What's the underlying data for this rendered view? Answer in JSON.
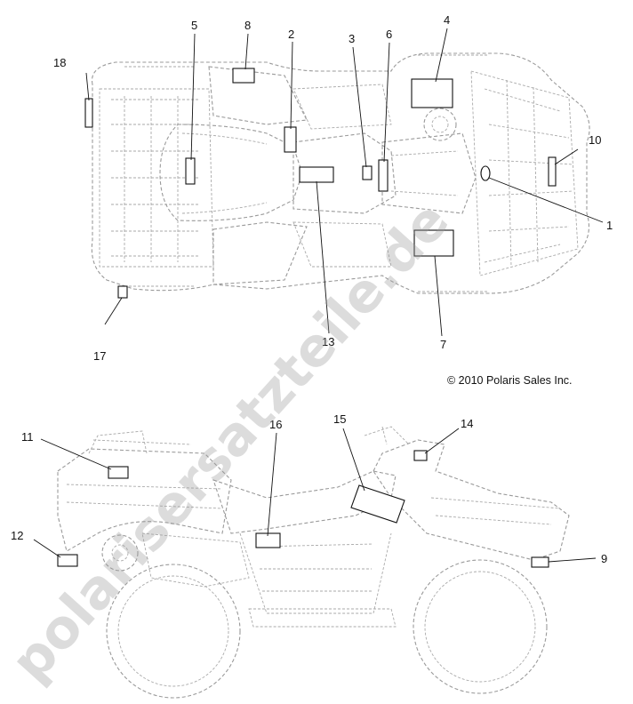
{
  "copyright": "© 2010 Polaris Sales Inc.",
  "watermark": "polarisersatzteile.de",
  "callouts": {
    "c1": "1",
    "c2": "2",
    "c3": "3",
    "c4": "4",
    "c5": "5",
    "c6": "6",
    "c7": "7",
    "c8": "8",
    "c9": "9",
    "c10": "10",
    "c11": "11",
    "c12": "12",
    "c13": "13",
    "c14": "14",
    "c15": "15",
    "c16": "16",
    "c17": "17",
    "c18": "18"
  }
}
